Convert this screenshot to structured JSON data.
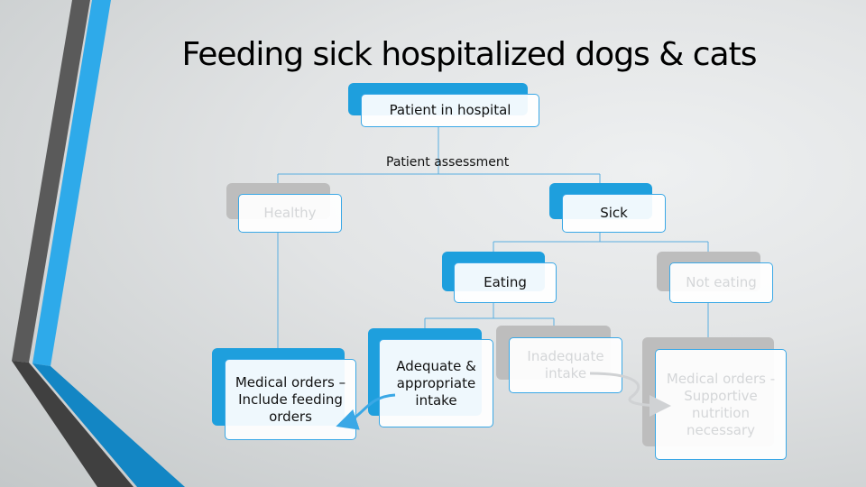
{
  "title": "Feeding sick hospitalized dogs & cats",
  "edge_label": "Patient assessment",
  "nodes": {
    "patient": "Patient in hospital",
    "healthy": "Healthy",
    "sick": "Sick",
    "eating": "Eating",
    "not_eating": "Not eating",
    "medical_orders_feeding": "Medical orders – Include feeding orders",
    "adequate": "Adequate & appropriate intake",
    "inadequate": "Inadequate intake",
    "medical_orders_supportive": "Medical orders - Supportive nutrition necessary"
  },
  "colors": {
    "accent": "#1e9fdd",
    "dark": "#5a5a5a",
    "muted": "#bdbdbd"
  }
}
